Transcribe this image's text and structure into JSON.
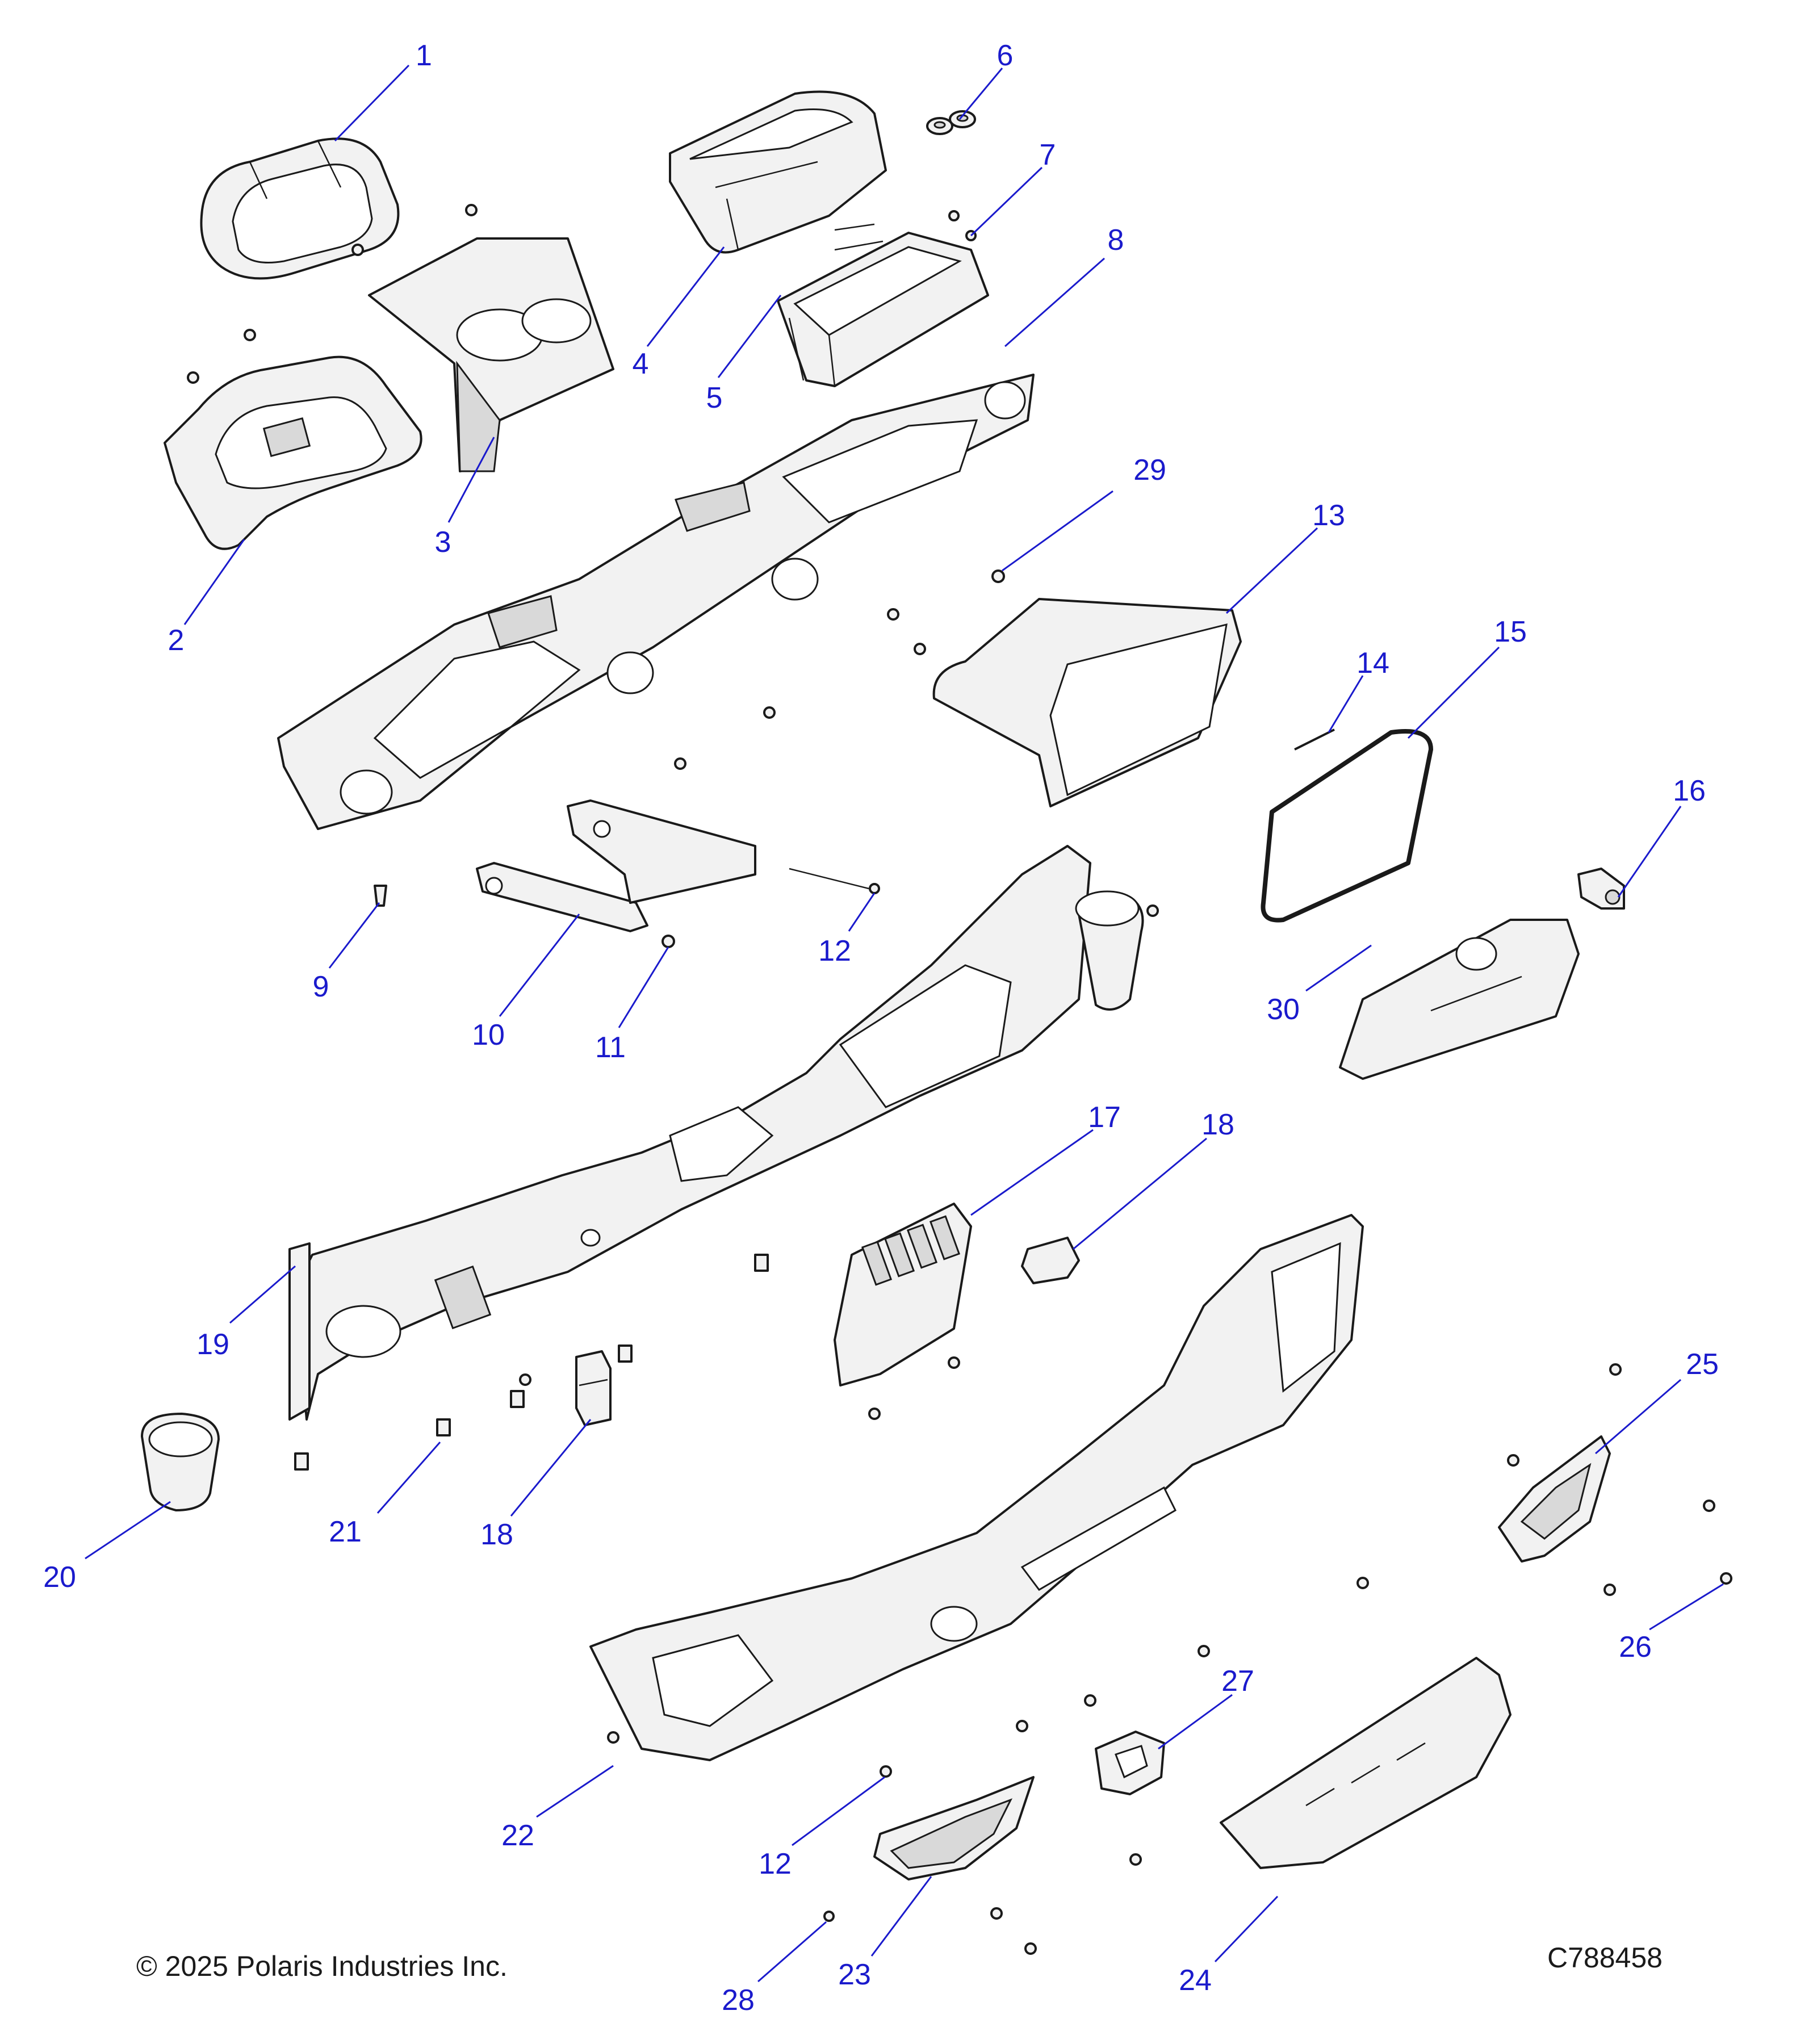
{
  "colors": {
    "callout": "#1a1acc",
    "line": "#1a1a1a",
    "part_fill": "#f2f2f2",
    "background": "#ffffff"
  },
  "callouts": [
    {
      "id": "1",
      "label": "1"
    },
    {
      "id": "2",
      "label": "2"
    },
    {
      "id": "3",
      "label": "3"
    },
    {
      "id": "4",
      "label": "4"
    },
    {
      "id": "5",
      "label": "5"
    },
    {
      "id": "6",
      "label": "6"
    },
    {
      "id": "7",
      "label": "7"
    },
    {
      "id": "8",
      "label": "8"
    },
    {
      "id": "9",
      "label": "9"
    },
    {
      "id": "10",
      "label": "10"
    },
    {
      "id": "11",
      "label": "11"
    },
    {
      "id": "12a",
      "label": "12"
    },
    {
      "id": "12b",
      "label": "12"
    },
    {
      "id": "13",
      "label": "13"
    },
    {
      "id": "14",
      "label": "14"
    },
    {
      "id": "15",
      "label": "15"
    },
    {
      "id": "16",
      "label": "16"
    },
    {
      "id": "17",
      "label": "17"
    },
    {
      "id": "18a",
      "label": "18"
    },
    {
      "id": "18b",
      "label": "18"
    },
    {
      "id": "19",
      "label": "19"
    },
    {
      "id": "20",
      "label": "20"
    },
    {
      "id": "21",
      "label": "21"
    },
    {
      "id": "22",
      "label": "22"
    },
    {
      "id": "23",
      "label": "23"
    },
    {
      "id": "24",
      "label": "24"
    },
    {
      "id": "25",
      "label": "25"
    },
    {
      "id": "26",
      "label": "26"
    },
    {
      "id": "27",
      "label": "27"
    },
    {
      "id": "28",
      "label": "28"
    },
    {
      "id": "29",
      "label": "29"
    },
    {
      "id": "30",
      "label": "30"
    }
  ],
  "footer": {
    "copyright": "© 2025 Polaris Industries Inc.",
    "drawing_number": "C788458"
  }
}
